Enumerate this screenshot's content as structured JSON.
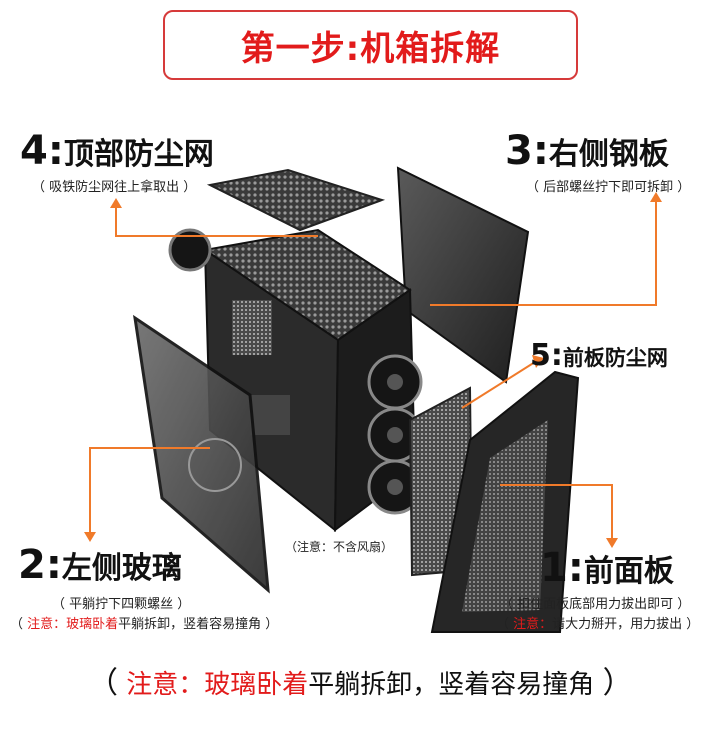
{
  "title": "第一步:机箱拆解",
  "parts": {
    "top": {
      "num": "4:",
      "name": "顶部防尘网",
      "note": "（ 吸铁防尘网往上拿取出 ）"
    },
    "right": {
      "num": "3:",
      "name": "右侧钢板",
      "note": "（ 后部螺丝拧下即可拆卸 ）"
    },
    "front_filter": {
      "num": "5:",
      "name": "前板防尘网"
    },
    "left": {
      "num": "2:",
      "name": "左侧玻璃",
      "note": "（ 平躺拧下四颗螺丝 ）",
      "note2_open": "（ ",
      "note2_red": "注意：玻璃卧着",
      "note2_rest": "平躺拆卸，竖着容易撞角 ）"
    },
    "front": {
      "num": "1:",
      "name": "前面板",
      "note": "（ 扣住面板底部用力拔出即可 ）",
      "note2_open": "（ ",
      "note2_red": "注意：",
      "note2_rest": "请大力掰开，用力拔出 ）"
    }
  },
  "fan_note": "（注意：不含风扇）",
  "bottom_note": {
    "open": "（",
    "red": "注意：玻璃卧着",
    "rest": "平躺拆卸，竖着容易撞角",
    "close": "）"
  },
  "colors": {
    "accent_red": "#e21b1b",
    "arrow_orange": "#f07a2a",
    "case_dark": "#2a2a2a"
  }
}
